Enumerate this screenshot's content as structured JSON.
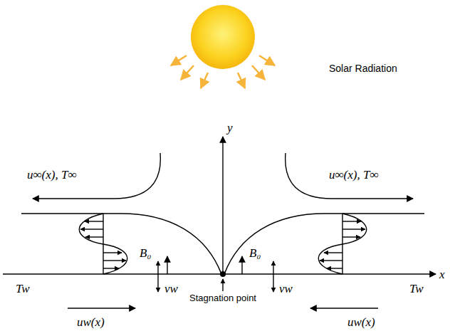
{
  "diagram": {
    "labels": [
      "Solar Radiation",
      "y",
      "x",
      "u∞(x), T∞",
      "u∞(x), T∞",
      "B₀",
      "B₀",
      "vw",
      "vw",
      "Tw",
      "Tw",
      "uw(x)",
      "uw(x)",
      "Stagnation point"
    ]
  }
}
